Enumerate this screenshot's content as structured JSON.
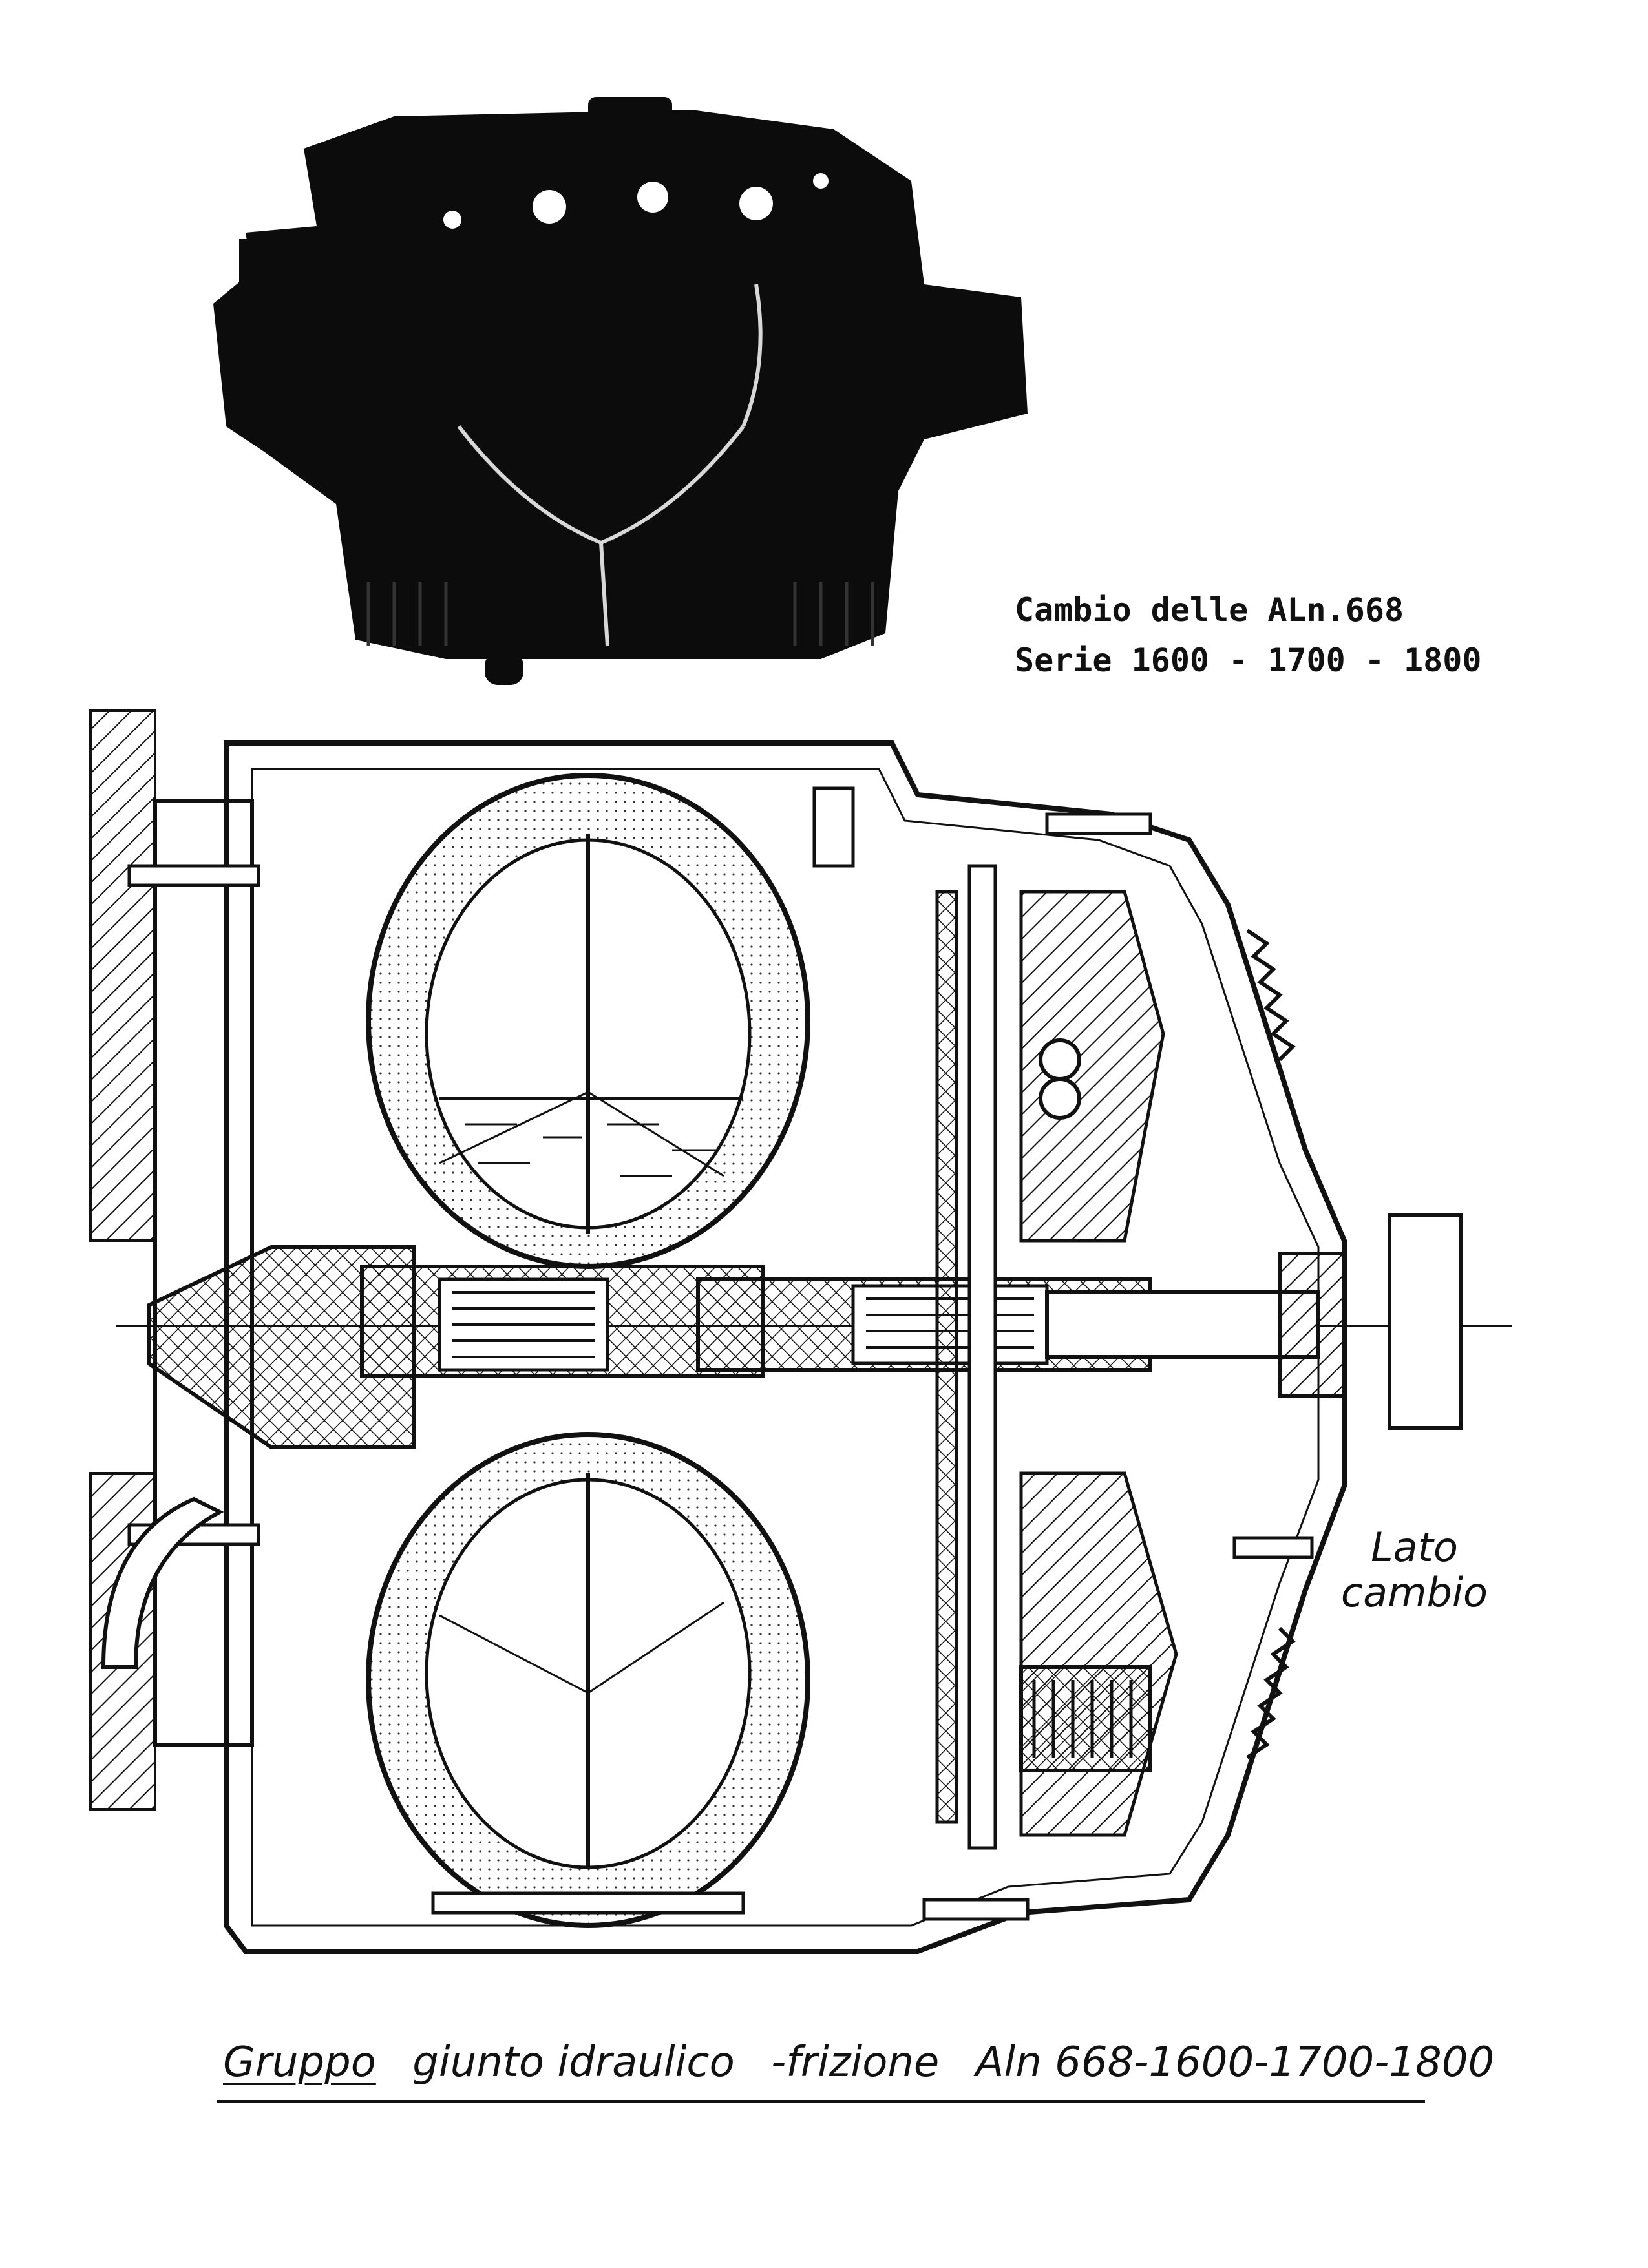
{
  "caption": {
    "line1": "Cambio delle ALn.668",
    "line2": "Serie 1600 - 1700 - 1800"
  },
  "side_label": {
    "line1": "Lato",
    "line2": "cambio"
  },
  "title": {
    "word1": "Gruppo",
    "word2": "giunto idraulico",
    "word3": "-frizione",
    "word4": "Aln 668-1600-1700-1800"
  },
  "colors": {
    "ink": "#111111",
    "paper": "#ffffff"
  }
}
